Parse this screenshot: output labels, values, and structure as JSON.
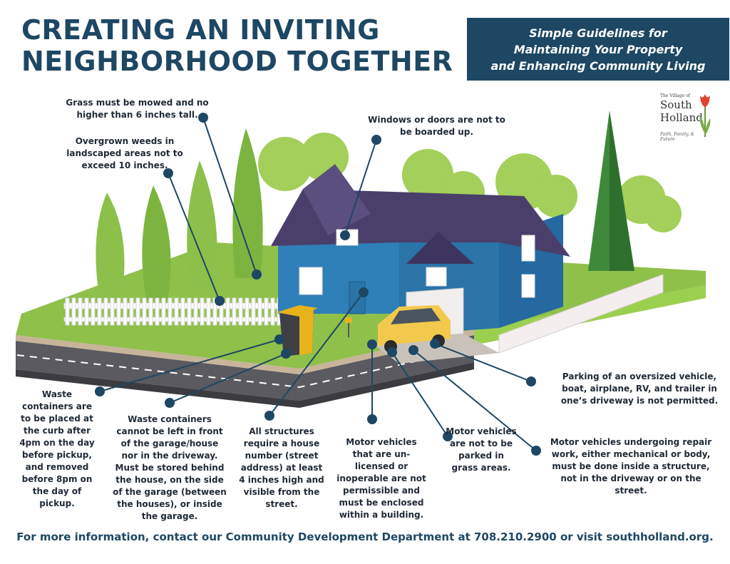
{
  "title": {
    "line1": "CREATING AN INVITING",
    "line2": "NEIGHBORHOOD TOGETHER"
  },
  "subtitle": {
    "line1": "Simple Guidelines for",
    "line2": "Maintaining Your Property",
    "line3": "and Enhancing Community Living"
  },
  "logo": {
    "top": "The Village of",
    "line1": "South",
    "line2": "Holland",
    "tagline": "Faith, Family, & Future"
  },
  "notes": {
    "grass": "Grass must be mowed and no higher than 6 inches tall.",
    "weeds": "Overgrown weeds in landscaped areas not to exceed 10 inches.",
    "windows": "Windows or doors are not to be boarded up.",
    "parking": "Parking of an oversized vehicle, boat, airplane, RV, and trailer in one’s driveway is not permitted.",
    "waste_curb": "Waste containers are to be placed at the curb after 4pm on the day before pickup, and removed before 8pm on the day of pickup.",
    "waste_front": "Waste containers cannot be left in front of the garage/house nor in the driveway. Must be stored behind the house, on the side of the garage (between the houses), or inside the garage.",
    "house_number": "All structures require a house number (street address) at least 4 inches high and visible from the street.",
    "unlicensed": "Motor vehicles that are un-licensed or inoperable are not permissible and must be enclosed within a building.",
    "grass_parking": "Motor vehicles are not to be parked in grass areas.",
    "repair": "Motor vehicles undergoing repair work, either mechanical or body, must be done inside a structure, not in the driveway or on the street."
  },
  "footer": "For more information, contact our Community Development Department at 708.210.2900 or visit southholland.org.",
  "colors": {
    "navy": "#1e4763",
    "house_blue": "#2f7fb8",
    "roof": "#4a3f6b",
    "grass": "#8fc04a",
    "tree": "#6aa63c",
    "car": "#f2c94c",
    "bin": "#e8b21c"
  }
}
